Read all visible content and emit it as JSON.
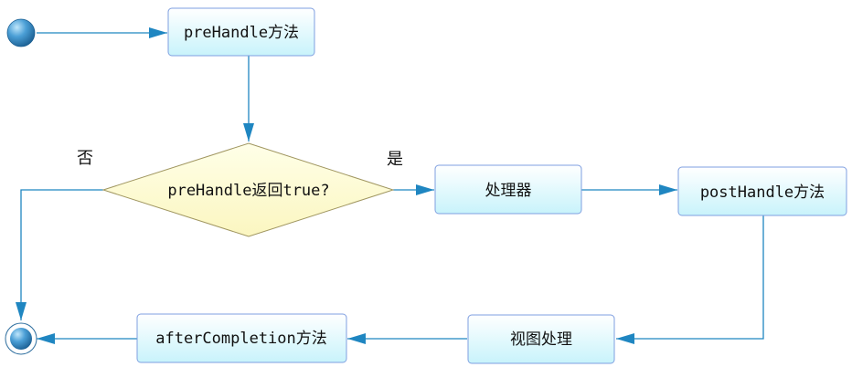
{
  "nodes": {
    "prehandle": "preHandle方法",
    "decision": "preHandle返回true?",
    "handler": "处理器",
    "posthandle": "postHandle方法",
    "view": "视图处理",
    "aftercompletion": "afterCompletion方法"
  },
  "branches": {
    "no": "否",
    "yes": "是"
  },
  "colors": {
    "edge": "#1f86c1",
    "box_fill_top": "#ffffff",
    "box_fill_bottom": "#c8f3fb",
    "box_border": "#7f9fe0",
    "decision_fill": "#ffffcf",
    "decision_border": "#a09660",
    "start_node": "#3f8fc8"
  }
}
